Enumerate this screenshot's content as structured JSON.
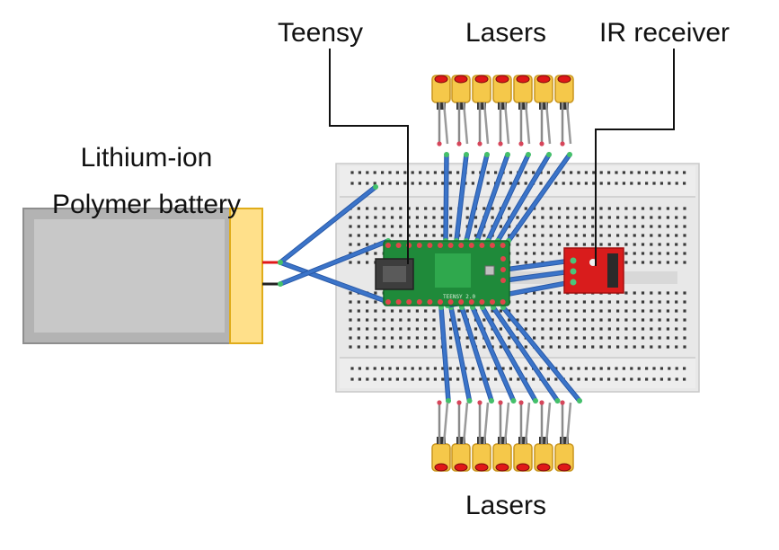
{
  "labels": {
    "teensy": "Teensy",
    "lasers_top": "Lasers",
    "ir_receiver": "IR receiver",
    "battery_line1": "Lithium-ion",
    "battery_line2": "Polymer battery",
    "lasers_bottom": "Lasers"
  },
  "board_text": {
    "teensy_silkscreen": "TEENSY 2.0"
  },
  "components": {
    "top_laser_count": 7,
    "bottom_laser_count": 7
  },
  "colors": {
    "wire": "#3b74c9",
    "wire_dark": "#2a5aa8",
    "breadboard": "#e6e6e6",
    "pcb": "#1f8a3a",
    "battery_body": "#b8b8b8",
    "battery_cap": "#ffe08a",
    "laser_body": "#f5c84a",
    "laser_tip": "#e01818",
    "ir_board": "#d91c1c",
    "callout": "#111111"
  }
}
